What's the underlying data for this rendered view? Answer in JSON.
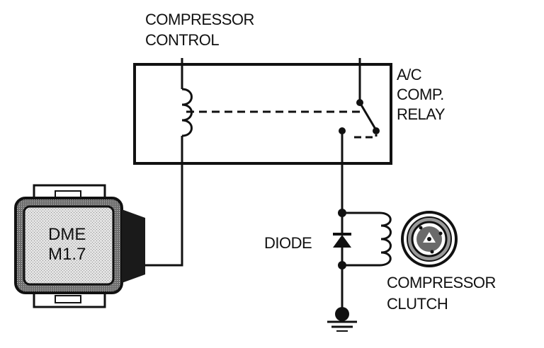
{
  "labels": {
    "compressor_control": [
      "COMPRESSOR",
      "CONTROL"
    ],
    "relay": [
      "A/C",
      "COMP.",
      "RELAY"
    ],
    "dme": [
      "DME",
      "M1.7"
    ],
    "diode": "DIODE",
    "compressor_clutch": [
      "COMPRESSOR",
      "CLUTCH"
    ]
  }
}
